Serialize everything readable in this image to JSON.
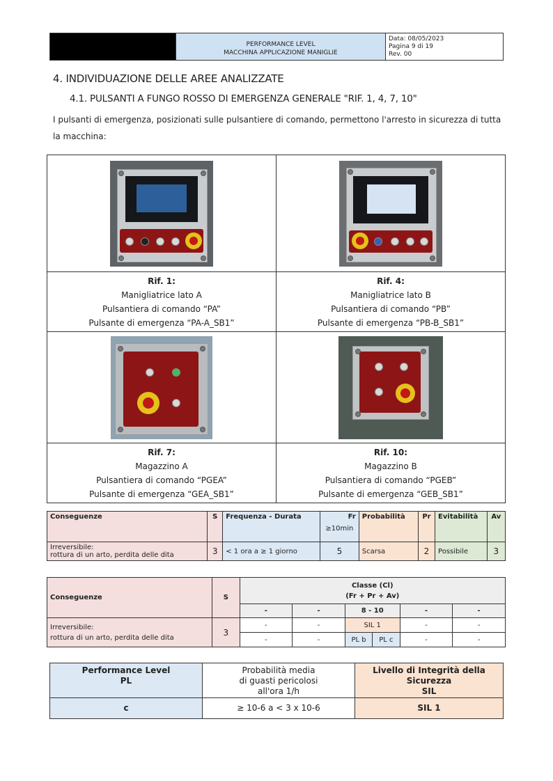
{
  "header": {
    "title_line1": "PERFORMANCE LEVEL",
    "title_line2": "MACCHINA APPLICAZIONE MANIGLIE",
    "date": "Data: 08/05/2023",
    "page": "Pagina 9 di 19",
    "rev": "Rev. 00"
  },
  "section": {
    "heading": "4.  INDIVIDUAZIONE DELLE AREE ANALIZZATE",
    "subheading": "4.1. PULSANTI A FUNGO ROSSO DI EMERGENZA GENERALE \"RIF. 1, 4, 7, 10\"",
    "intro": "I pulsanti di emergenza, posizionati sulle pulsantiere di comando, permettono l'arresto in sicurezza di tutta la macchina:"
  },
  "photos": [
    {
      "rif": "Rif. 1:",
      "line1": "Manigliatrice lato A",
      "line2": "Pulsantiera di comando “PA”",
      "line3": "Pulsante di emergenza “PA-A_SB1”"
    },
    {
      "rif": "Rif. 4:",
      "line1": "Manigliatrice lato B",
      "line2": "Pulsantiera di comando “PB”",
      "line3": "Pulsante di emergenza “PB-B_SB1”"
    },
    {
      "rif": "Rif. 7:",
      "line1": "Magazzino A",
      "line2": "Pulsantiera di comando “PGEA”",
      "line3": "Pulsante di emergenza “GEA_SB1”"
    },
    {
      "rif": "Rif. 10:",
      "line1": "Magazzino B",
      "line2": "Pulsantiera di comando “PGEB”",
      "line3": "Pulsante di emergenza “GEB_SB1”"
    }
  ],
  "table1": {
    "headers": [
      "Conseguenze",
      "S",
      "Frequenza - Durata",
      "Fr",
      "≥10min",
      "Probabilità",
      "Pr",
      "Evitabilità",
      "Av"
    ],
    "row": {
      "cons_line1": "Irreversibile:",
      "cons_line2": "rottura di un arto, perdita delle dita",
      "s": "3",
      "freq": "< 1 ora a ≥ 1 giorno",
      "fr": "5",
      "prob": "Scarsa",
      "pr": "2",
      "evit": "Possibile",
      "av": "3"
    }
  },
  "table2": {
    "header_cons": "Conseguenze",
    "header_s": "S",
    "classe_line1": "Classe (Cl)",
    "classe_line2": "(Fr + Pr + Av)",
    "classes": [
      "-",
      "-",
      "8 - 10",
      "-",
      "-"
    ],
    "cons_line1": "Irreversibile:",
    "cons_line2": "rottura di un arto, perdita delle dita",
    "s": "3",
    "row1": [
      "-",
      "-",
      "SIL 1",
      "-",
      "-"
    ],
    "row2": [
      "-",
      "-",
      "PL b",
      "PL c",
      "-",
      "-"
    ]
  },
  "table3": {
    "h1_line1": "Performance Level",
    "h1_line2": "PL",
    "h2_line1": "Probabilità media",
    "h2_line2": "di guasti pericolosi",
    "h2_line3": "all'ora 1/h",
    "h3_line1": "Livello di Integrità della Sicurezza",
    "h3_line2": "SIL",
    "v1": "c",
    "v2": "≥ 10-6 a < 3 x 10-6",
    "v3": "SIL 1"
  },
  "colors": {
    "header_blue": "#cfe2f3",
    "pink": "#f4dede",
    "blue": "#dce8f4",
    "orange": "#fbe3d2"
  }
}
